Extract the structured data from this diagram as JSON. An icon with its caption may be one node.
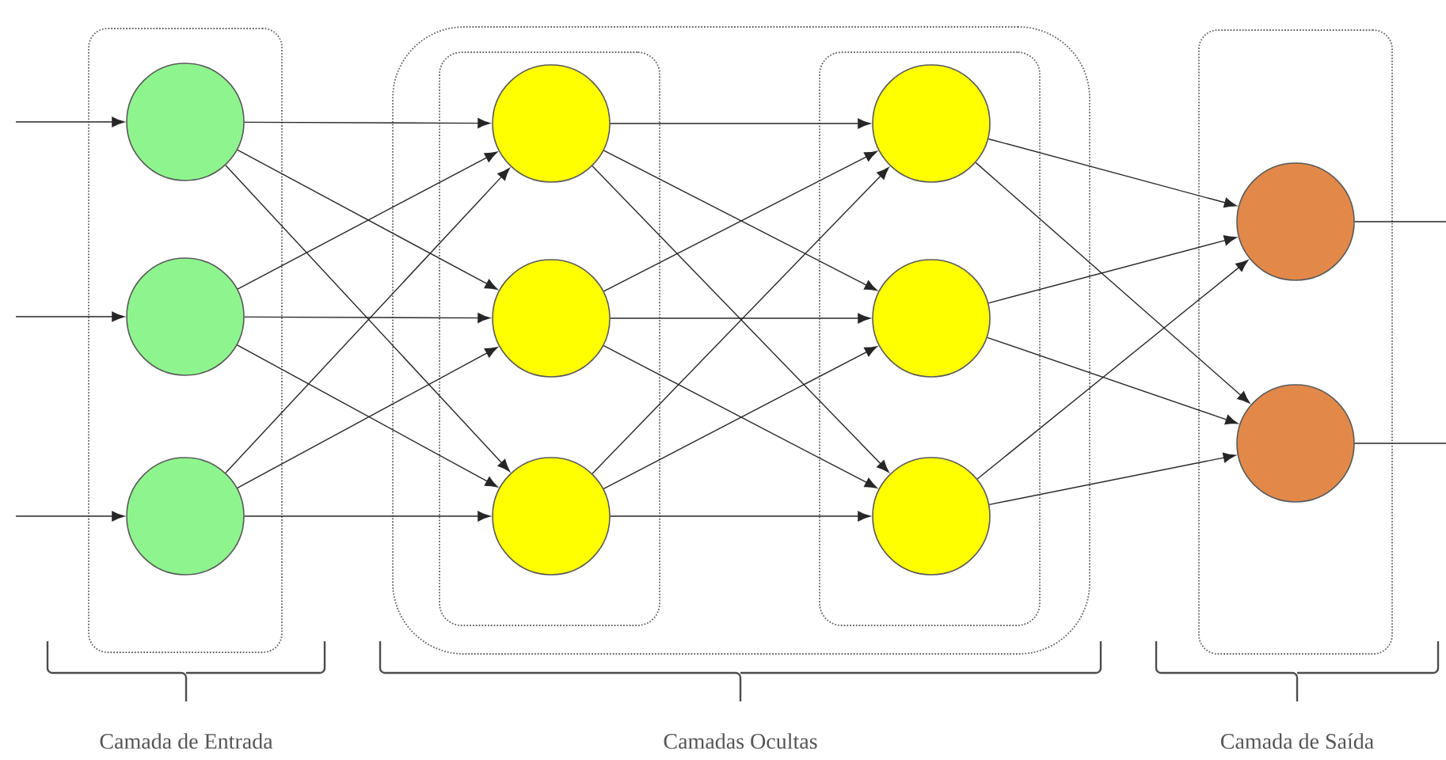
{
  "diagram": {
    "nodes": [
      {
        "text": [],
        "shape": "box"
      },
      {
        "text": [],
        "shape": "circle",
        "in": 0
      },
      {
        "text": [],
        "shape": "circle",
        "in": 0
      },
      {
        "text": [],
        "shape": "circle",
        "in": 0
      },
      {
        "text": [],
        "shape": "box"
      },
      {
        "text": [],
        "shape": "box",
        "in": 4
      },
      {
        "text": [],
        "shape": "circle",
        "in": 5
      },
      {
        "text": [],
        "shape": "circle",
        "in": 5
      },
      {
        "text": [],
        "shape": "circle",
        "in": 5
      },
      {
        "text": [],
        "shape": "box",
        "in": 4
      },
      {
        "text": [],
        "shape": "circle",
        "in": 9
      },
      {
        "text": [],
        "shape": "circle",
        "in": 9
      },
      {
        "text": [],
        "shape": "circle",
        "in": 9
      },
      {
        "text": [],
        "shape": "box"
      },
      {
        "text": [],
        "shape": "circle",
        "in": 13
      },
      {
        "text": [],
        "shape": "circle",
        "in": 13
      }
    ],
    "edges": [
      {
        "from": null,
        "to": 1,
        "arrow": "to"
      },
      {
        "from": null,
        "to": 2,
        "arrow": "to"
      },
      {
        "from": null,
        "to": 3,
        "arrow": "to"
      },
      {
        "from": 1,
        "to": 6,
        "arrow": "to"
      },
      {
        "from": 1,
        "to": 7,
        "arrow": "to"
      },
      {
        "from": 1,
        "to": 8,
        "arrow": "to"
      },
      {
        "from": 2,
        "to": 6,
        "arrow": "to"
      },
      {
        "from": 2,
        "to": 7,
        "arrow": "to"
      },
      {
        "from": 2,
        "to": 8,
        "arrow": "to"
      },
      {
        "from": 3,
        "to": 6,
        "arrow": "to"
      },
      {
        "from": 3,
        "to": 7,
        "arrow": "to"
      },
      {
        "from": 3,
        "to": 8,
        "arrow": "to"
      },
      {
        "from": 6,
        "to": 10,
        "arrow": "to"
      },
      {
        "from": 6,
        "to": 11,
        "arrow": "to"
      },
      {
        "from": 6,
        "to": 12,
        "arrow": "to"
      },
      {
        "from": 7,
        "to": 10,
        "arrow": "to"
      },
      {
        "from": 7,
        "to": 11,
        "arrow": "to"
      },
      {
        "from": 7,
        "to": 12,
        "arrow": "to"
      },
      {
        "from": 8,
        "to": 10,
        "arrow": "to"
      },
      {
        "from": 8,
        "to": 11,
        "arrow": "to"
      },
      {
        "from": 8,
        "to": 12,
        "arrow": "to"
      },
      {
        "from": 10,
        "to": 14,
        "arrow": "to"
      },
      {
        "from": 10,
        "to": 15,
        "arrow": "to"
      },
      {
        "from": 11,
        "to": 14,
        "arrow": "to"
      },
      {
        "from": 11,
        "to": 15,
        "arrow": "to"
      },
      {
        "from": 12,
        "to": 14,
        "arrow": "to"
      },
      {
        "from": 12,
        "to": 15,
        "arrow": "to"
      },
      {
        "from": 14,
        "to": null,
        "arrow": "none"
      },
      {
        "from": 15,
        "to": null,
        "arrow": "none"
      }
    ],
    "labels": [
      "Camada de Entrada",
      "Camadas Ocultas",
      "Camada de Saída"
    ]
  }
}
